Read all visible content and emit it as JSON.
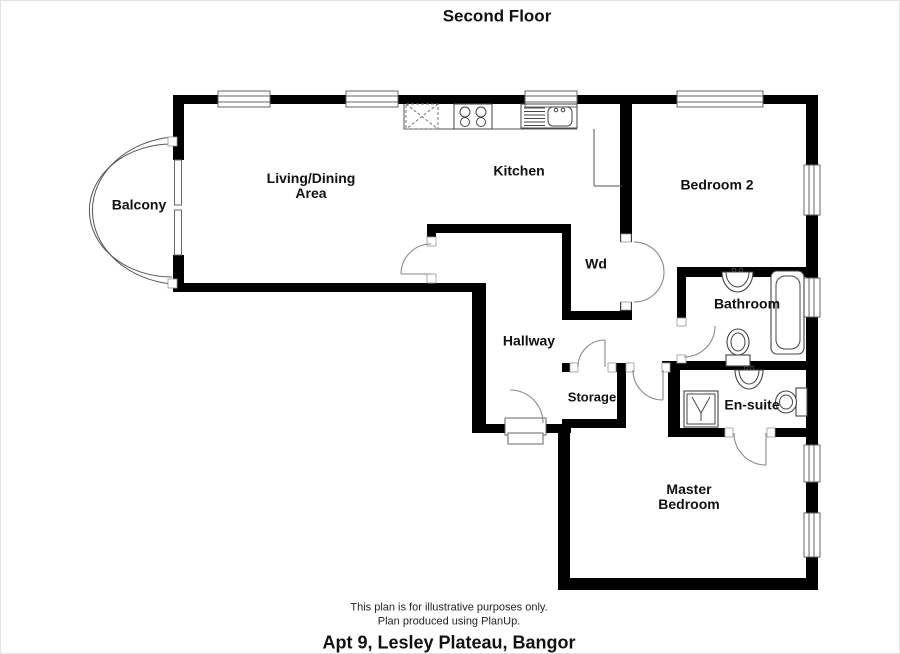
{
  "title": "Second Floor",
  "rooms": {
    "balcony": "Balcony",
    "living": {
      "line1": "Living/Dining",
      "line2": "Area"
    },
    "kitchen": "Kitchen",
    "bedroom2": "Bedroom 2",
    "wd": "Wd",
    "bathroom": "Bathroom",
    "hallway": "Hallway",
    "storage": "Storage",
    "ensuite": "En-suite",
    "master": {
      "line1": "Master",
      "line2": "Bedroom"
    }
  },
  "footer": {
    "line1": "This plan is for illustrative purposes only.",
    "line2": "Plan produced using PlanUp.",
    "address": "Apt 9, Lesley Plateau, Bangor"
  },
  "colors": {
    "wall": "#000000",
    "background": "#ffffff",
    "door_arc": "#8a8a8a",
    "fixture_stroke": "#444444"
  },
  "fixtures": [
    "kitchen-unit",
    "hob",
    "kitchen-sink",
    "wash-basin",
    "bathtub",
    "toilet",
    "shower"
  ]
}
